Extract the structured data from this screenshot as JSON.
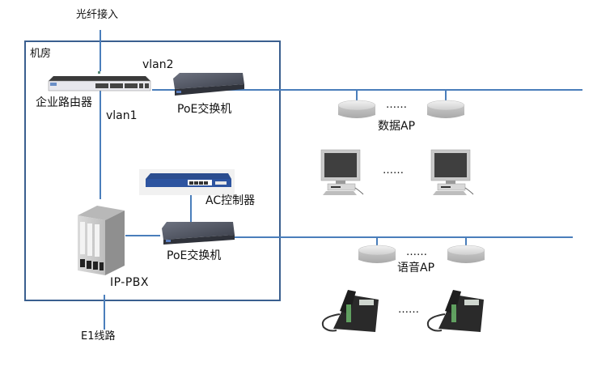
{
  "colors": {
    "room_border": "#3a5f8f",
    "link": "#4a7ebb",
    "text": "#111111"
  },
  "labels": {
    "fiber_access": "光纤接入",
    "machine_room": "机房",
    "enterprise_router": "企业路由器",
    "vlan2": "vlan2",
    "vlan1": "vlan1",
    "poe_switch_top": "PoE交换机",
    "ac_controller": "AC控制器",
    "poe_switch_bottom": "PoE交换机",
    "ip_pbx": "IP-PBX",
    "e1_line": "E1线路",
    "data_ap": "数据AP",
    "voice_ap": "语音AP",
    "ellipsis": "……"
  },
  "devices": {
    "router": "enterprise-router-icon",
    "poe_switch": "poe-switch-icon",
    "ac_controller": "ac-controller-icon",
    "ip_pbx": "ip-pbx-icon",
    "access_point": "access-point-icon",
    "computer": "desktop-computer-icon",
    "ip_phone": "ip-phone-icon"
  }
}
